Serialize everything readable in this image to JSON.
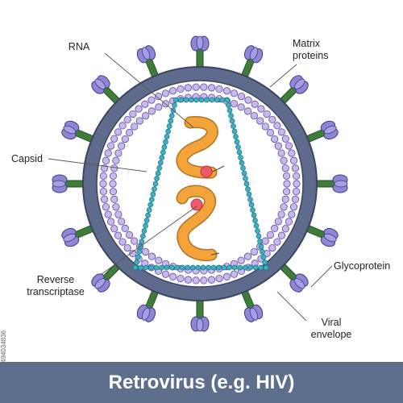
{
  "title": "Retrovirus (e.g. HIV)",
  "labels": {
    "rna": "RNA",
    "matrix": "Matrix\nproteins",
    "capsid": "Capsid",
    "reverse_transcriptase": "Reverse\ntranscriptase",
    "glycoprotein": "Glycoprotein",
    "viral_envelope": "Viral\nenvelope"
  },
  "watermark_id": "494034836",
  "colors": {
    "envelope": "#5f6b8c",
    "envelope_inner": "#ffffff",
    "matrix_beads": "#c9b8ee",
    "capsid_beads": "#3fb0c4",
    "rna": "#f2a33a",
    "reverse_transcriptase": "#ee5a67",
    "glycoprotein_stalk": "#3f7d3a",
    "glycoprotein_head": "#8e86d6",
    "title_bar": "#5e6f8e"
  }
}
